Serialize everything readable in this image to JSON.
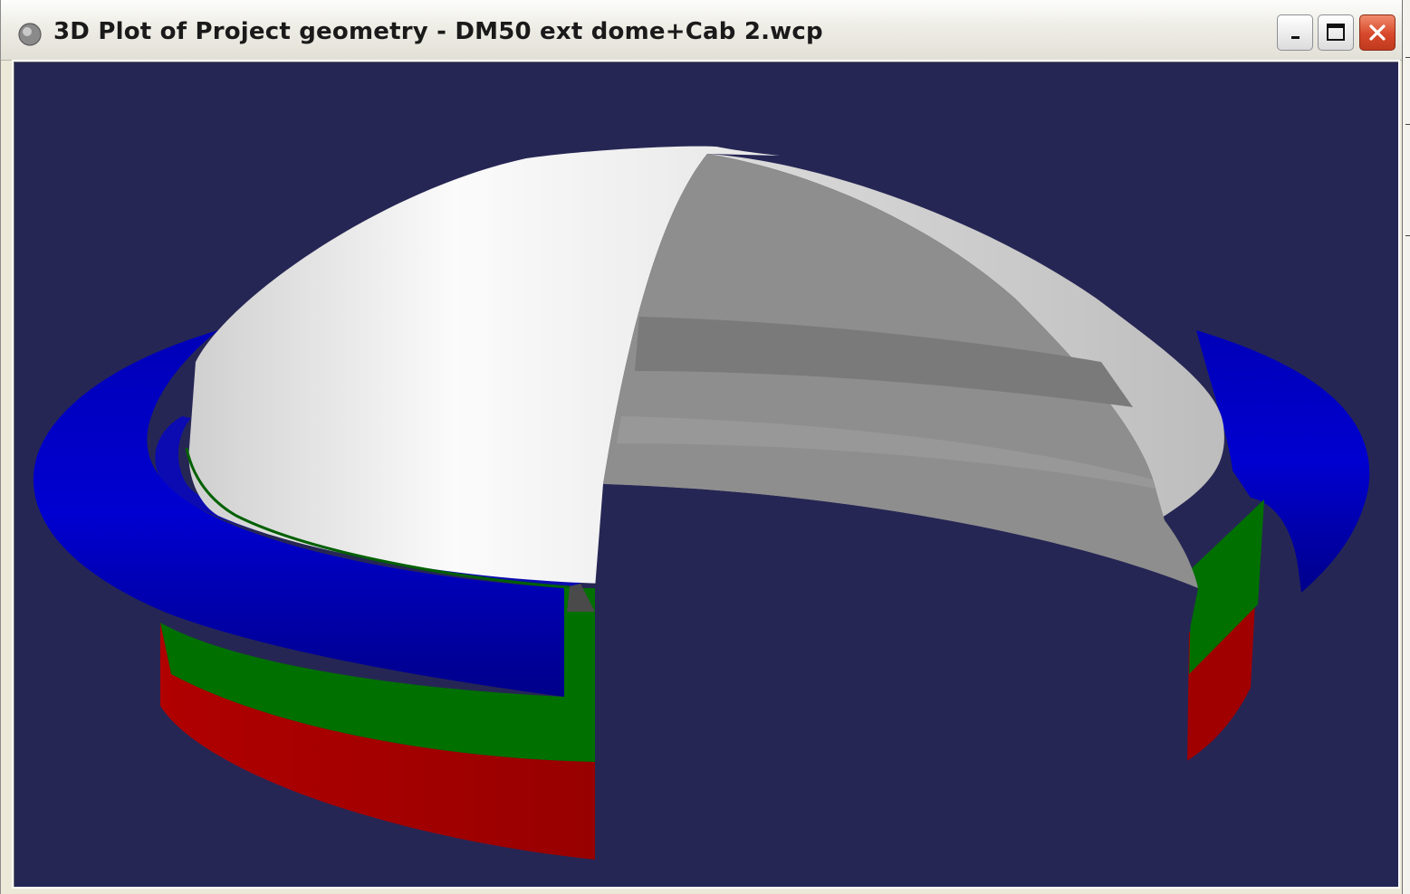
{
  "window": {
    "title": "3D Plot of Project geometry - DM50 ext dome+Cab 2.wcp",
    "icon": "app-icon",
    "buttons": [
      "minimize",
      "maximize",
      "close"
    ]
  },
  "viewport": {
    "background": "#262655",
    "bands": [
      "#0000a8",
      "#007000",
      "#a00000"
    ],
    "dome": "#d8d8d8"
  }
}
